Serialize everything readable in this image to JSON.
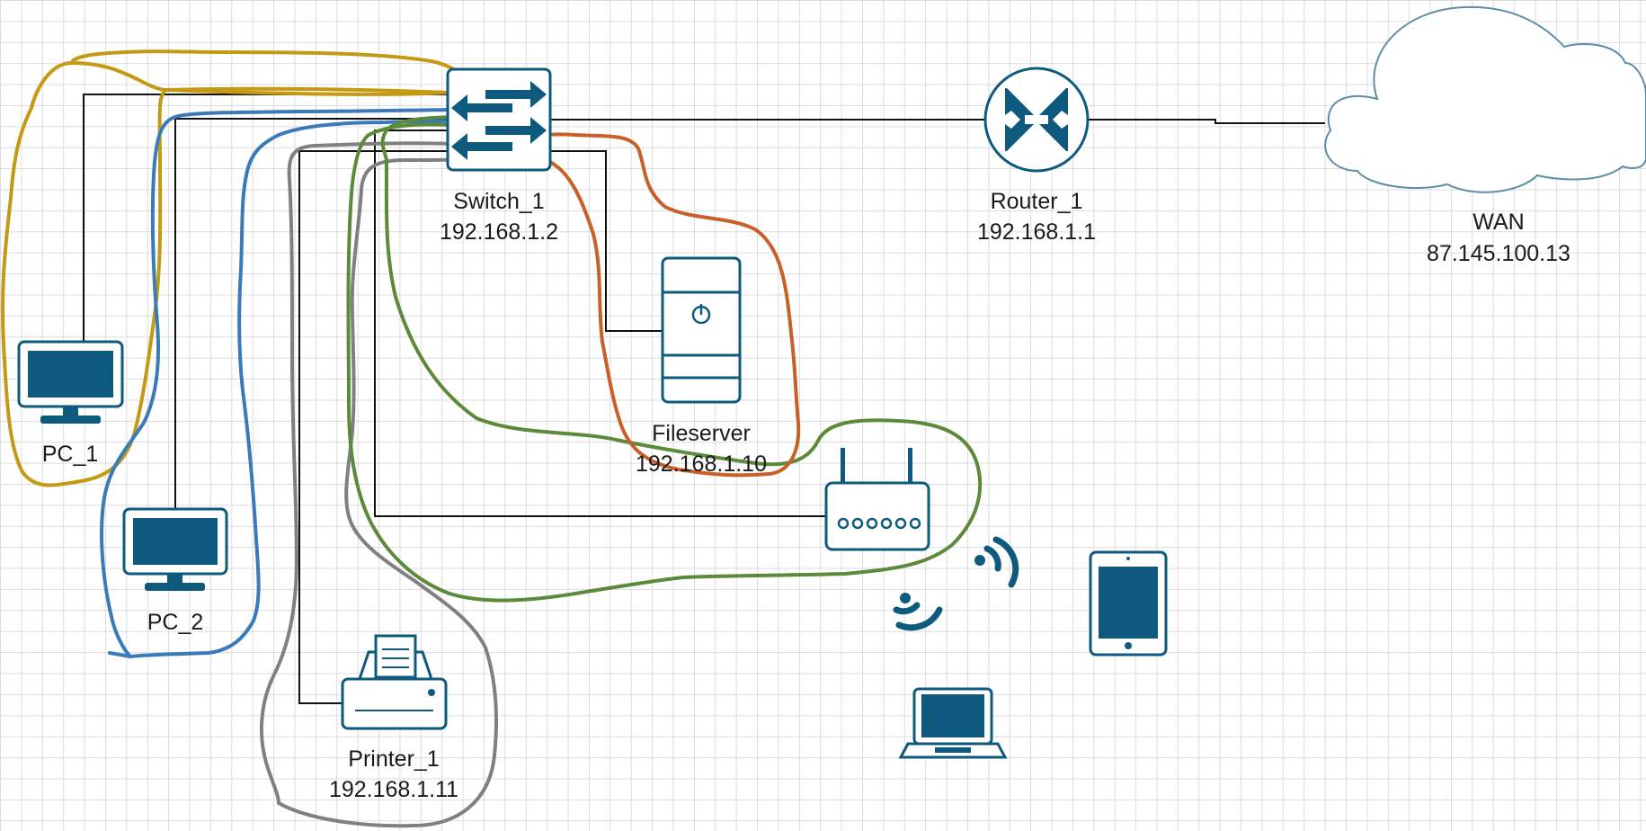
{
  "colors": {
    "device": "#0e5a7e",
    "wire": "#111111",
    "grid": "#dcdcdc",
    "circle_yellow": "#c49a15",
    "circle_blue": "#3a7ab8",
    "circle_gray": "#808080",
    "circle_green": "#5a8a3a",
    "circle_orange": "#c8602a"
  },
  "nodes": {
    "switch": {
      "name": "Switch_1",
      "ip": "192.168.1.2",
      "icon": "switch-icon"
    },
    "router": {
      "name": "Router_1",
      "ip": "192.168.1.1",
      "icon": "router-icon"
    },
    "wan": {
      "name": "WAN",
      "ip": "87.145.100.13",
      "icon": "cloud-icon"
    },
    "fileserver": {
      "name": "Fileserver",
      "ip": "192.168.1.10",
      "icon": "server-icon"
    },
    "pc1": {
      "name": "PC_1",
      "icon": "monitor-icon"
    },
    "pc2": {
      "name": "PC_2",
      "icon": "monitor-icon"
    },
    "printer": {
      "name": "Printer_1",
      "ip": "192.168.1.11",
      "icon": "printer-icon"
    },
    "ap": {
      "icon": "wireless-router-icon"
    },
    "tablet": {
      "icon": "tablet-icon"
    },
    "laptop": {
      "icon": "laptop-icon"
    },
    "wifi": {
      "icon": "wifi-signal-icon"
    }
  }
}
